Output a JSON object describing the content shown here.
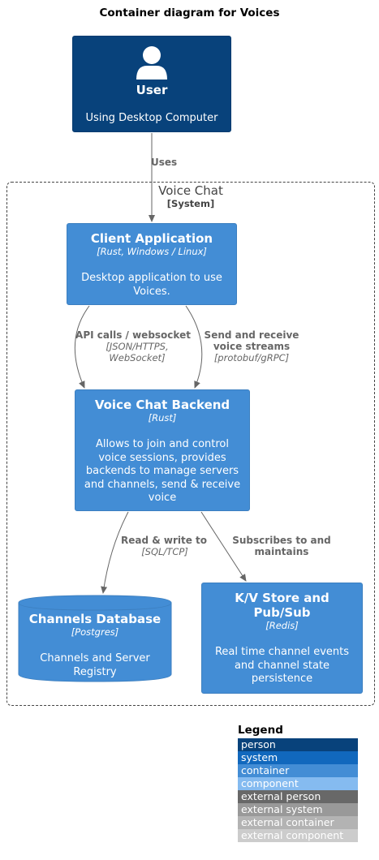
{
  "title": "Container diagram for Voices",
  "user": {
    "name": "User",
    "description": "Using Desktop Computer"
  },
  "boundary": {
    "name": "Voice Chat",
    "type": "[System]"
  },
  "client": {
    "name": "Client Application",
    "tech": "[Rust, Windows / Linux]",
    "description": "Desktop application to use Voices."
  },
  "backend": {
    "name": "Voice Chat Backend",
    "tech": "[Rust]",
    "description": "Allows to join and control voice sessions, provides backends to manage servers and channels, send & receive voice"
  },
  "database": {
    "name": "Channels Database",
    "tech": "[Postgres]",
    "description": "Channels and Server Registry"
  },
  "kvstore": {
    "name": "K/V Store and Pub/Sub",
    "tech": "[Redis]",
    "description": "Real time channel events and channel state persistence"
  },
  "relations": {
    "uses": "Uses",
    "api_label": "API calls / websocket",
    "api_tech": "[JSON/HTTPS, WebSocket]",
    "voice_label": "Send and receive voice streams",
    "voice_tech": "[protobuf/gRPC]",
    "db_label": "Read & write to",
    "db_tech": "[SQL/TCP]",
    "kv_label": "Subscribes to and maintains"
  },
  "legend": {
    "title": "Legend",
    "items": [
      {
        "label": "person",
        "color": "#08427b"
      },
      {
        "label": "system",
        "color": "#1168bd"
      },
      {
        "label": "container",
        "color": "#438dd5"
      },
      {
        "label": "component",
        "color": "#85bbf0"
      },
      {
        "label": "external person",
        "color": "#686868"
      },
      {
        "label": "external system",
        "color": "#999999"
      },
      {
        "label": "external container",
        "color": "#b3b3b3"
      },
      {
        "label": "external component",
        "color": "#cccccc"
      }
    ]
  }
}
